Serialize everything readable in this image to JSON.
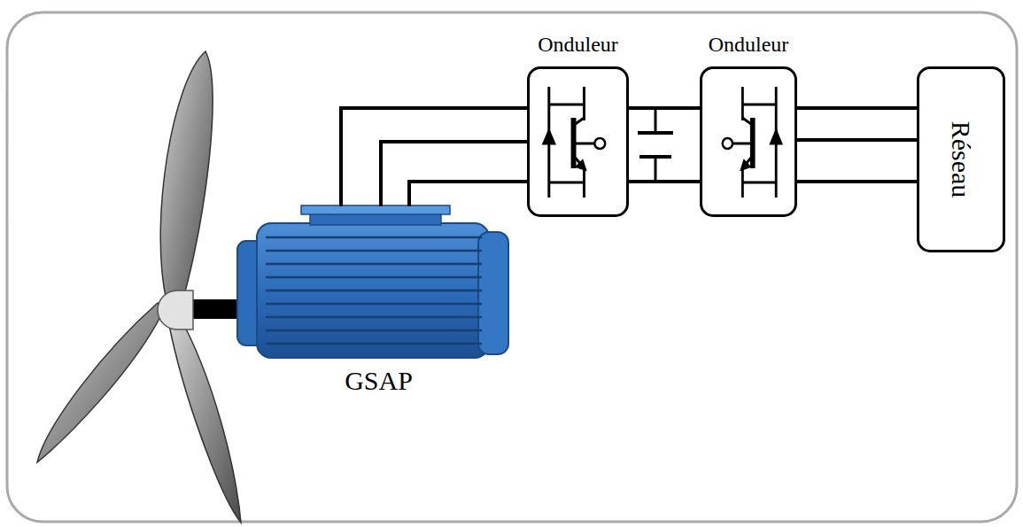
{
  "diagram": {
    "nodes": [
      {
        "text": [
          "GSAP"
        ]
      },
      {
        "text": [
          "Onduleur"
        ]
      },
      {
        "text": [
          "Onduleur"
        ]
      },
      {
        "text": [
          "Réseau"
        ]
      }
    ],
    "edges": [
      {
        "from": 0,
        "to": 1,
        "arrow": "none"
      },
      {
        "from": 1,
        "to": 2,
        "arrow": "none"
      },
      {
        "from": 2,
        "to": 3,
        "arrow": "none"
      }
    ]
  }
}
